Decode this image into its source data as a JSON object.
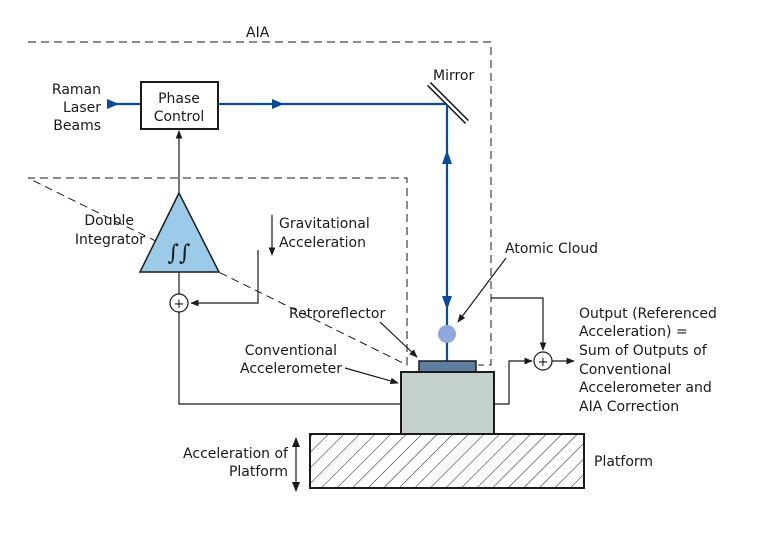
{
  "diagram": {
    "labels": {
      "aia": "AIA",
      "raman_l1": "Raman",
      "raman_l2": "Laser",
      "raman_l3": "Beams",
      "phase_l1": "Phase",
      "phase_l2": "Control",
      "mirror": "Mirror",
      "double_l1": "Double",
      "double_l2": "Integrator",
      "integral_symbol": "∫∫",
      "grav_l1": "Gravitational",
      "grav_l2": "Acceleration",
      "atomic_cloud": "Atomic Cloud",
      "retroreflector": "Retroreflector",
      "conv_l1": "Conventional",
      "conv_l2": "Accelerometer",
      "output_l1": "Output (Referenced",
      "output_l2": "Acceleration) =",
      "output_l3": "Sum of Outputs of",
      "output_l4": "Conventional",
      "output_l5": "Accelerometer and",
      "output_l6": "AIA Correction",
      "accel_l1": "Acceleration of",
      "accel_l2": "Platform",
      "platform": "Platform",
      "sum_symbol": "+"
    },
    "colors": {
      "beam": "#0a4a9c",
      "integrator_fill": "#9ccbe9",
      "cloud": "#8fa9dc",
      "retroreflector": "#5f7fa0",
      "accelerometer": "#c3d0cc"
    }
  }
}
